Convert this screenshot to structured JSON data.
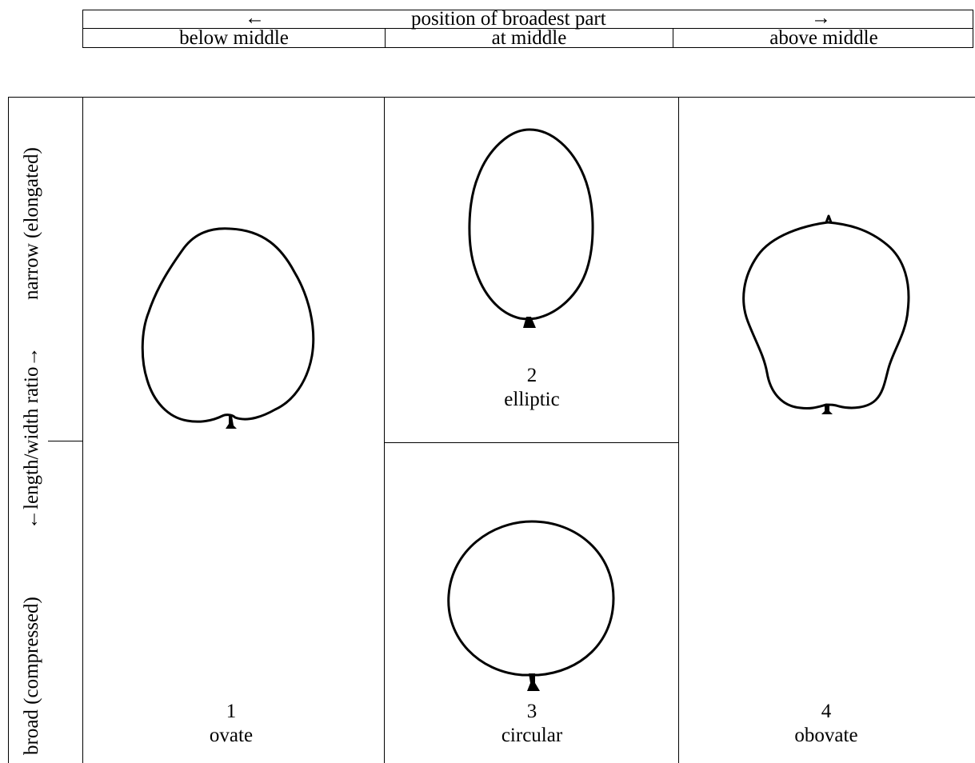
{
  "header": {
    "arrow_left": "←",
    "title": "position of broadest part",
    "arrow_right": "→",
    "columns": [
      "below middle",
      "at middle",
      "above middle"
    ]
  },
  "side_axis": {
    "top_label": "narrow (elongated)",
    "middle_label": "←length/width ratio→",
    "bottom_label": "broad (compressed)"
  },
  "shapes": [
    {
      "number": "1",
      "name": "ovate"
    },
    {
      "number": "2",
      "name": "elliptic"
    },
    {
      "number": "3",
      "name": "circular"
    },
    {
      "number": "4",
      "name": "obovate"
    }
  ]
}
